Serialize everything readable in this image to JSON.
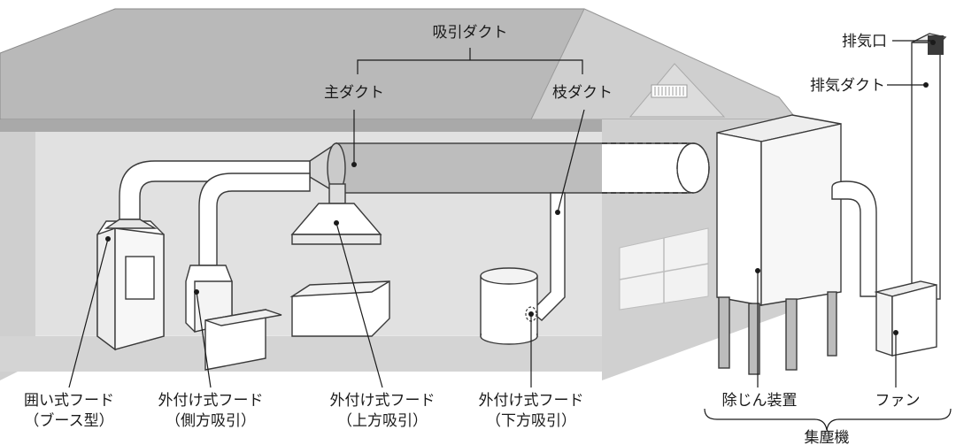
{
  "labels": {
    "suction_duct": "吸引ダクト",
    "main_duct": "主ダクト",
    "branch_duct": "枝ダクト",
    "exhaust_port": "排気口",
    "exhaust_duct": "排気ダクト",
    "enclosed_hood_1": "囲い式フード",
    "enclosed_hood_2": "（ブース型）",
    "ext_side_1": "外付け式フード",
    "ext_side_2": "（側方吸引）",
    "ext_top_1": "外付け式フード",
    "ext_top_2": "（上方吸引）",
    "ext_bottom_1": "外付け式フード",
    "ext_bottom_2": "（下方吸引）",
    "dust_collector": "除じん装置",
    "fan": "ファン",
    "collector_system": "集塵機"
  }
}
